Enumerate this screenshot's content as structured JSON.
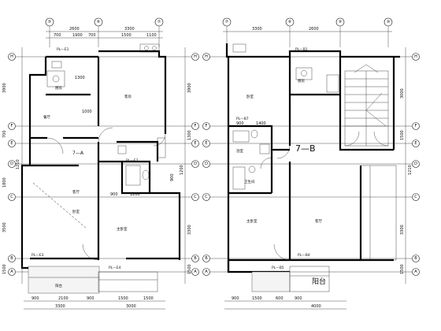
{
  "left_plan": {
    "top_axes": [
      "⑤",
      "⑥",
      "⑦"
    ],
    "top_dims_outer": [
      "2600",
      "3300"
    ],
    "top_dims_inner": [
      "700",
      "1900",
      "700",
      "1500",
      "1100"
    ],
    "row_axes_left": [
      "H",
      "F",
      "E",
      "D",
      "C",
      "B",
      "A"
    ],
    "row_axes_right": [
      "H",
      "F",
      "E",
      "D",
      "C",
      "B",
      "A"
    ],
    "left_dims": [
      "3900",
      "700",
      "1800",
      "1210",
      "3500",
      "1500"
    ],
    "right_dims": [
      "3900",
      "1300",
      "900",
      "1200",
      "3300",
      "1500"
    ],
    "inner_dims": [
      "1300",
      "900",
      "1200",
      "1000"
    ],
    "unit_tag": "7—A",
    "pl_tags": [
      "PL—E1",
      "PL—E2",
      "PL—E3",
      "PL—E4"
    ],
    "room_labels": [
      "厨房",
      "餐厅",
      "客房",
      "卧室",
      "客厅",
      "主卧室",
      "阳台"
    ],
    "bottom_dims_inner": [
      "900",
      "2100",
      "900",
      "1500",
      "1500"
    ],
    "bottom_dims_outer": [
      "3300",
      "3000"
    ]
  },
  "right_plan": {
    "top_axes": [
      "⑦",
      "⑧",
      "⑨",
      "⑩"
    ],
    "top_dims_outer": [
      "3300",
      "2600"
    ],
    "row_axes_left": [
      "H",
      "F",
      "E",
      "D",
      "C",
      "B",
      "A"
    ],
    "row_axes_right": [
      "H",
      "F",
      "E",
      "D",
      "C",
      "B",
      "A"
    ],
    "right_dims": [
      "3000",
      "1500",
      "1210",
      "3300",
      "1500"
    ],
    "inner_dims": [
      "900",
      "1400"
    ],
    "unit_tag": "7—B",
    "pl_tags": [
      "PL—B1",
      "PL—B7",
      "PL—B4",
      "PL—B5"
    ],
    "room_labels": [
      "厨房",
      "卧室",
      "浴室",
      "卫生间",
      "主卧室",
      "客厅",
      "阳台"
    ],
    "bottom_dims_inner": [
      "900",
      "1500",
      "600",
      "900"
    ],
    "bottom_dims_outer": [
      "4000"
    ]
  }
}
